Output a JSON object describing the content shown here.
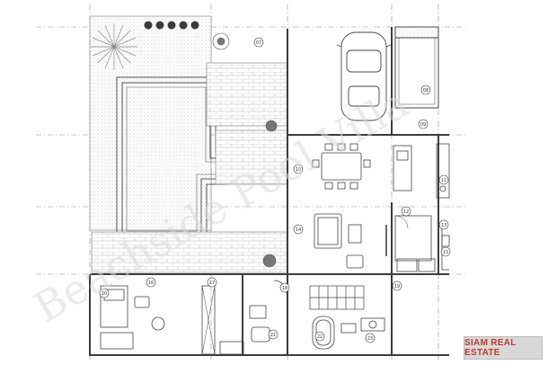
{
  "watermark": {
    "text": "Beachside Pool Villa"
  },
  "brand": {
    "name": "SIAM REAL ESTATE",
    "color": "#c0392b"
  },
  "room_tags": [
    "07",
    "08",
    "09",
    "10",
    "11",
    "12",
    "13",
    "14",
    "15",
    "16",
    "17",
    "18",
    "19",
    "20",
    "21",
    "22",
    "23"
  ],
  "colors": {
    "line": "#555555",
    "grid": "#9a9a9a",
    "paving": "#bdbdbd"
  }
}
